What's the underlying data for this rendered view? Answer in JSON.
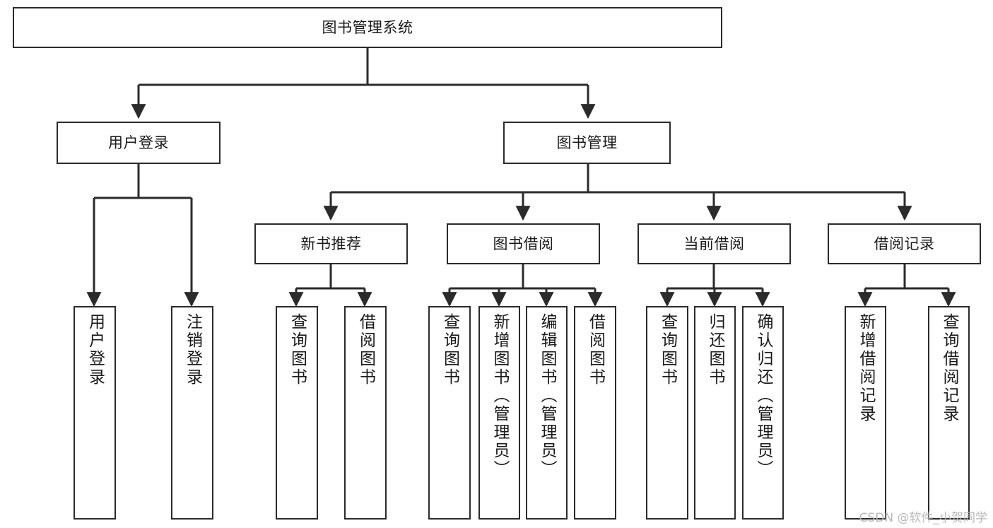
{
  "diagram": {
    "title": "图书管理系统",
    "type": "tree",
    "root": {
      "id": "root",
      "label": "图书管理系统"
    },
    "level2": [
      {
        "id": "user-login",
        "label": "用户登录"
      },
      {
        "id": "book-manage",
        "label": "图书管理"
      }
    ],
    "level3": [
      {
        "id": "new-book-rec",
        "label": "新书推荐"
      },
      {
        "id": "book-borrow",
        "label": "图书借阅"
      },
      {
        "id": "current-borrow",
        "label": "当前借阅"
      },
      {
        "id": "borrow-record",
        "label": "借阅记录"
      }
    ],
    "leaves": {
      "user_login": [
        {
          "id": "leaf-user-login",
          "label": "用户登录"
        },
        {
          "id": "leaf-logout",
          "label": "注销登录"
        }
      ],
      "new_book_rec": [
        {
          "id": "leaf-query-book-1",
          "label": "查询图书"
        },
        {
          "id": "leaf-borrow-book-1",
          "label": "借阅图书"
        }
      ],
      "book_borrow": [
        {
          "id": "leaf-query-book-2",
          "label": "查询图书"
        },
        {
          "id": "leaf-add-book",
          "label": "新增图书（管理员）"
        },
        {
          "id": "leaf-edit-book",
          "label": "编辑图书（管理员）"
        },
        {
          "id": "leaf-borrow-book-2",
          "label": "借阅图书"
        }
      ],
      "current_borrow": [
        {
          "id": "leaf-query-book-3",
          "label": "查询图书"
        },
        {
          "id": "leaf-return-book",
          "label": "归还图书"
        },
        {
          "id": "leaf-confirm-return",
          "label": "确认归还（管理员）"
        }
      ],
      "borrow_record": [
        {
          "id": "leaf-add-record",
          "label": "新增借阅记录"
        },
        {
          "id": "leaf-query-record",
          "label": "查询借阅记录"
        }
      ]
    }
  },
  "watermark": {
    "text": "CSDN @软件_小贺同学"
  },
  "colors": {
    "stroke": "#2b2b2b",
    "background": "#ffffff",
    "text": "#1a1a1a",
    "watermark": "#b8b8b8"
  }
}
